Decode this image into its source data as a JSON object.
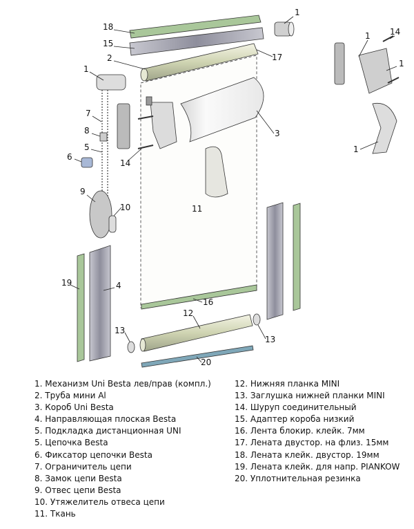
{
  "callouts": {
    "a": "1",
    "b": "18",
    "c": "15",
    "d": "17",
    "e": "2",
    "f": "1",
    "g": "1",
    "h": "14",
    "i": "1",
    "j": "7",
    "k": "8",
    "l": "5",
    "m": "6",
    "n": "3",
    "o": "14",
    "p": "1",
    "q": "9",
    "r": "10",
    "s": "11",
    "t": "19",
    "u": "4",
    "v": "16",
    "w": "12",
    "x": "13",
    "y": "13",
    "z": "20"
  },
  "legend": {
    "left": [
      "1. Механизм Uni Besta лев/прав (компл.)",
      "2. Труба мини Al",
      "3. Короб Uni Besta",
      "4. Направляющая плоская Besta",
      "5. Подкладка дистанционная UNI",
      "5. Цепочка Besta",
      "6. Фиксатор цепочки Besta",
      "7. Ограничитель цепи",
      "8. Замок цепи Besta",
      "9. Отвес цепи Besta",
      "10. Утяжелитель отвеса цепи",
      "11. Ткань"
    ],
    "right": [
      "12. Нижняя планка MINI",
      "13. Заглушка нижней планки MINI",
      "14. Шуруп соединительный",
      "15. Адаптер короба низкий",
      "16. Лента блокир. клейк. 7мм",
      "17. Ленaта двустор. на флиз. 15мм",
      "18. Ленaта клейк. двустор. 19мм",
      "19. Ленaта клейк. для напр. PIANKOW",
      "20. Уплотнительная резинка"
    ]
  },
  "colors": {
    "green_tape": "#a9c79a",
    "grey_profile": "#9a9aa6",
    "blue_seal": "#7fa7b8",
    "tube": "#d8dcc0"
  }
}
